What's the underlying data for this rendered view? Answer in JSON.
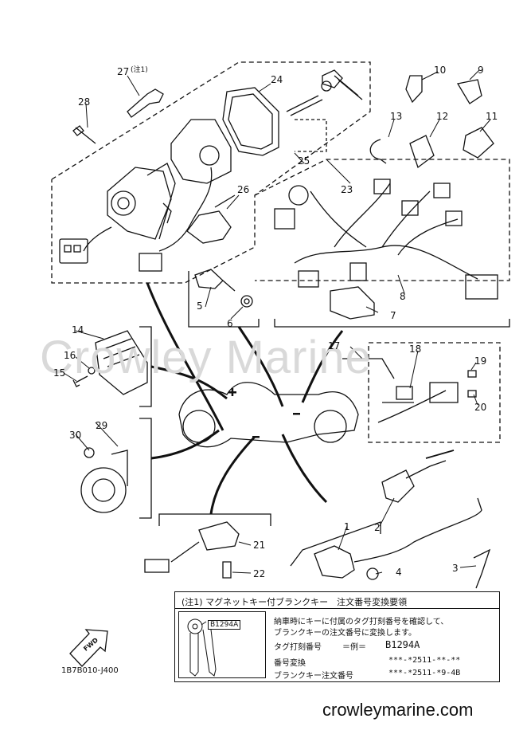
{
  "watermark": "Crowley Marine",
  "site_url": "crowleymarine.com",
  "diagram_code": "1B7B010-J400",
  "fwd_label": "FWD",
  "callouts": [
    {
      "id": "c27",
      "text": "27"
    },
    {
      "id": "c27n",
      "text": "(注1)"
    },
    {
      "id": "c24",
      "text": "24"
    },
    {
      "id": "c10",
      "text": "10"
    },
    {
      "id": "c9",
      "text": "9"
    },
    {
      "id": "c28",
      "text": "28"
    },
    {
      "id": "c13",
      "text": "13"
    },
    {
      "id": "c12",
      "text": "12"
    },
    {
      "id": "c11",
      "text": "11"
    },
    {
      "id": "c25",
      "text": "25"
    },
    {
      "id": "c23",
      "text": "23"
    },
    {
      "id": "c26",
      "text": "26"
    },
    {
      "id": "c5",
      "text": "5"
    },
    {
      "id": "c6",
      "text": "6"
    },
    {
      "id": "c8",
      "text": "8"
    },
    {
      "id": "c7",
      "text": "7"
    },
    {
      "id": "c14",
      "text": "14"
    },
    {
      "id": "c16",
      "text": "16"
    },
    {
      "id": "c15",
      "text": "15"
    },
    {
      "id": "c17",
      "text": "17"
    },
    {
      "id": "c18",
      "text": "18"
    },
    {
      "id": "c19",
      "text": "19"
    },
    {
      "id": "c20",
      "text": "20"
    },
    {
      "id": "c29",
      "text": "29"
    },
    {
      "id": "c30",
      "text": "30"
    },
    {
      "id": "c1",
      "text": "1"
    },
    {
      "id": "c2",
      "text": "2"
    },
    {
      "id": "c4",
      "text": "4"
    },
    {
      "id": "c3",
      "text": "3"
    },
    {
      "id": "c21",
      "text": "21"
    },
    {
      "id": "c22",
      "text": "22"
    }
  ],
  "note": {
    "title": "(注1) マグネットキー付ブランクキー　注文番号変換要領",
    "tag": "B1294A",
    "line1": "納車時にキーに付属のタグ打刻番号を確認して、",
    "line2": "ブランクキーの注文番号に変換します。",
    "row1_label": "タグ打刻番号",
    "row1_eq": "＝例＝",
    "row1_value": "B1294A",
    "row2_label": "番号変換",
    "row2_value": "***-*2511-**-**",
    "row3_label": "ブランクキー注文番号",
    "row3_value": "***-*2511-*9-4B"
  }
}
